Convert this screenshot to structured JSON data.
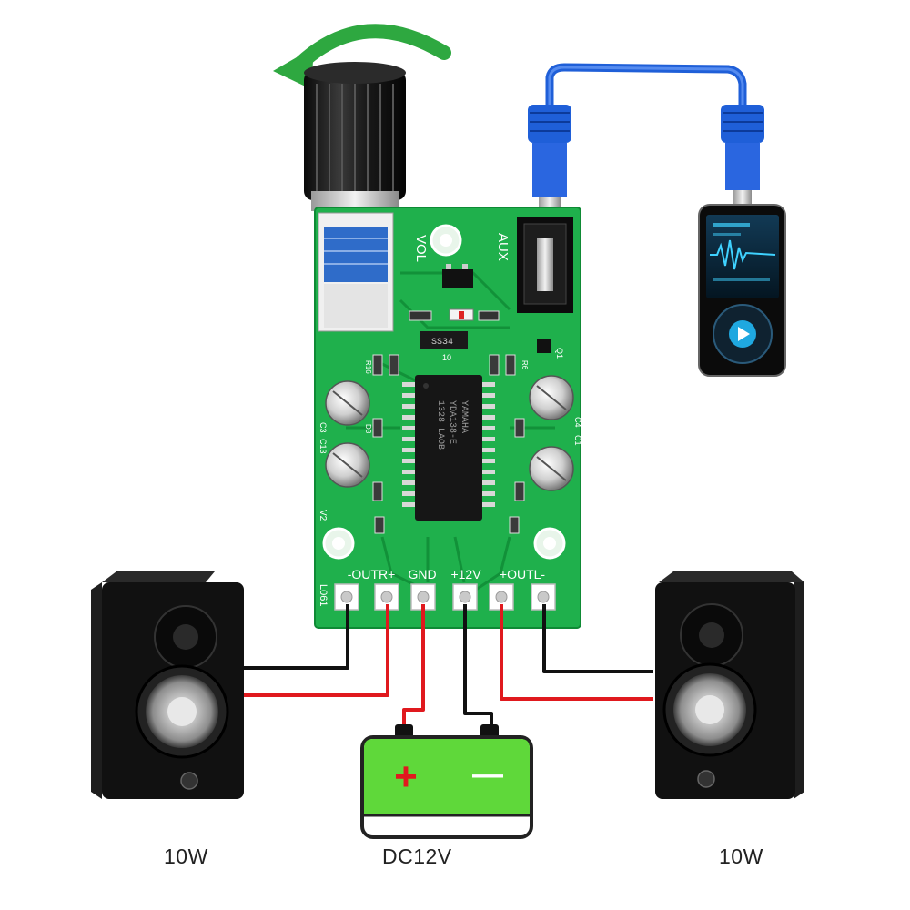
{
  "colors": {
    "board": "#1fb04c",
    "board_dark": "#0f8a35",
    "silk": "#ffffff",
    "wire_red": "#e0191e",
    "wire_black": "#111111",
    "battery": "#5fd83a",
    "battery_outline": "#222222",
    "cable_blue": "#1f5fd8",
    "speaker_body": "#111111"
  },
  "board": {
    "vol_label": "VOL",
    "aux_label": "AUX",
    "chip_text": [
      "YAMAHA",
      "YDA138-E",
      "1328 LAOB"
    ],
    "regulator_text": "SS34",
    "version": "V2",
    "logo_text": "L061",
    "comp_labels": {
      "c3": "C3",
      "c13": "C13",
      "c4": "C4",
      "c1": "C1",
      "q1": "Q1",
      "d3": "D3",
      "r16": "R16",
      "r6": "R6",
      "r10": "10"
    },
    "pins": [
      "-OUTR+",
      "GND",
      "+12V",
      "+OUTL-"
    ]
  },
  "battery": {
    "plus": "+",
    "minus": "—"
  },
  "captions": {
    "left": "10W",
    "center": "DC12V",
    "right": "10W"
  },
  "icons": {
    "rotate": "rotate-arrow-icon",
    "knob": "knob-icon",
    "player": "music-player-icon",
    "play": "play-icon",
    "speaker": "speaker-icon",
    "battery": "battery-icon"
  }
}
